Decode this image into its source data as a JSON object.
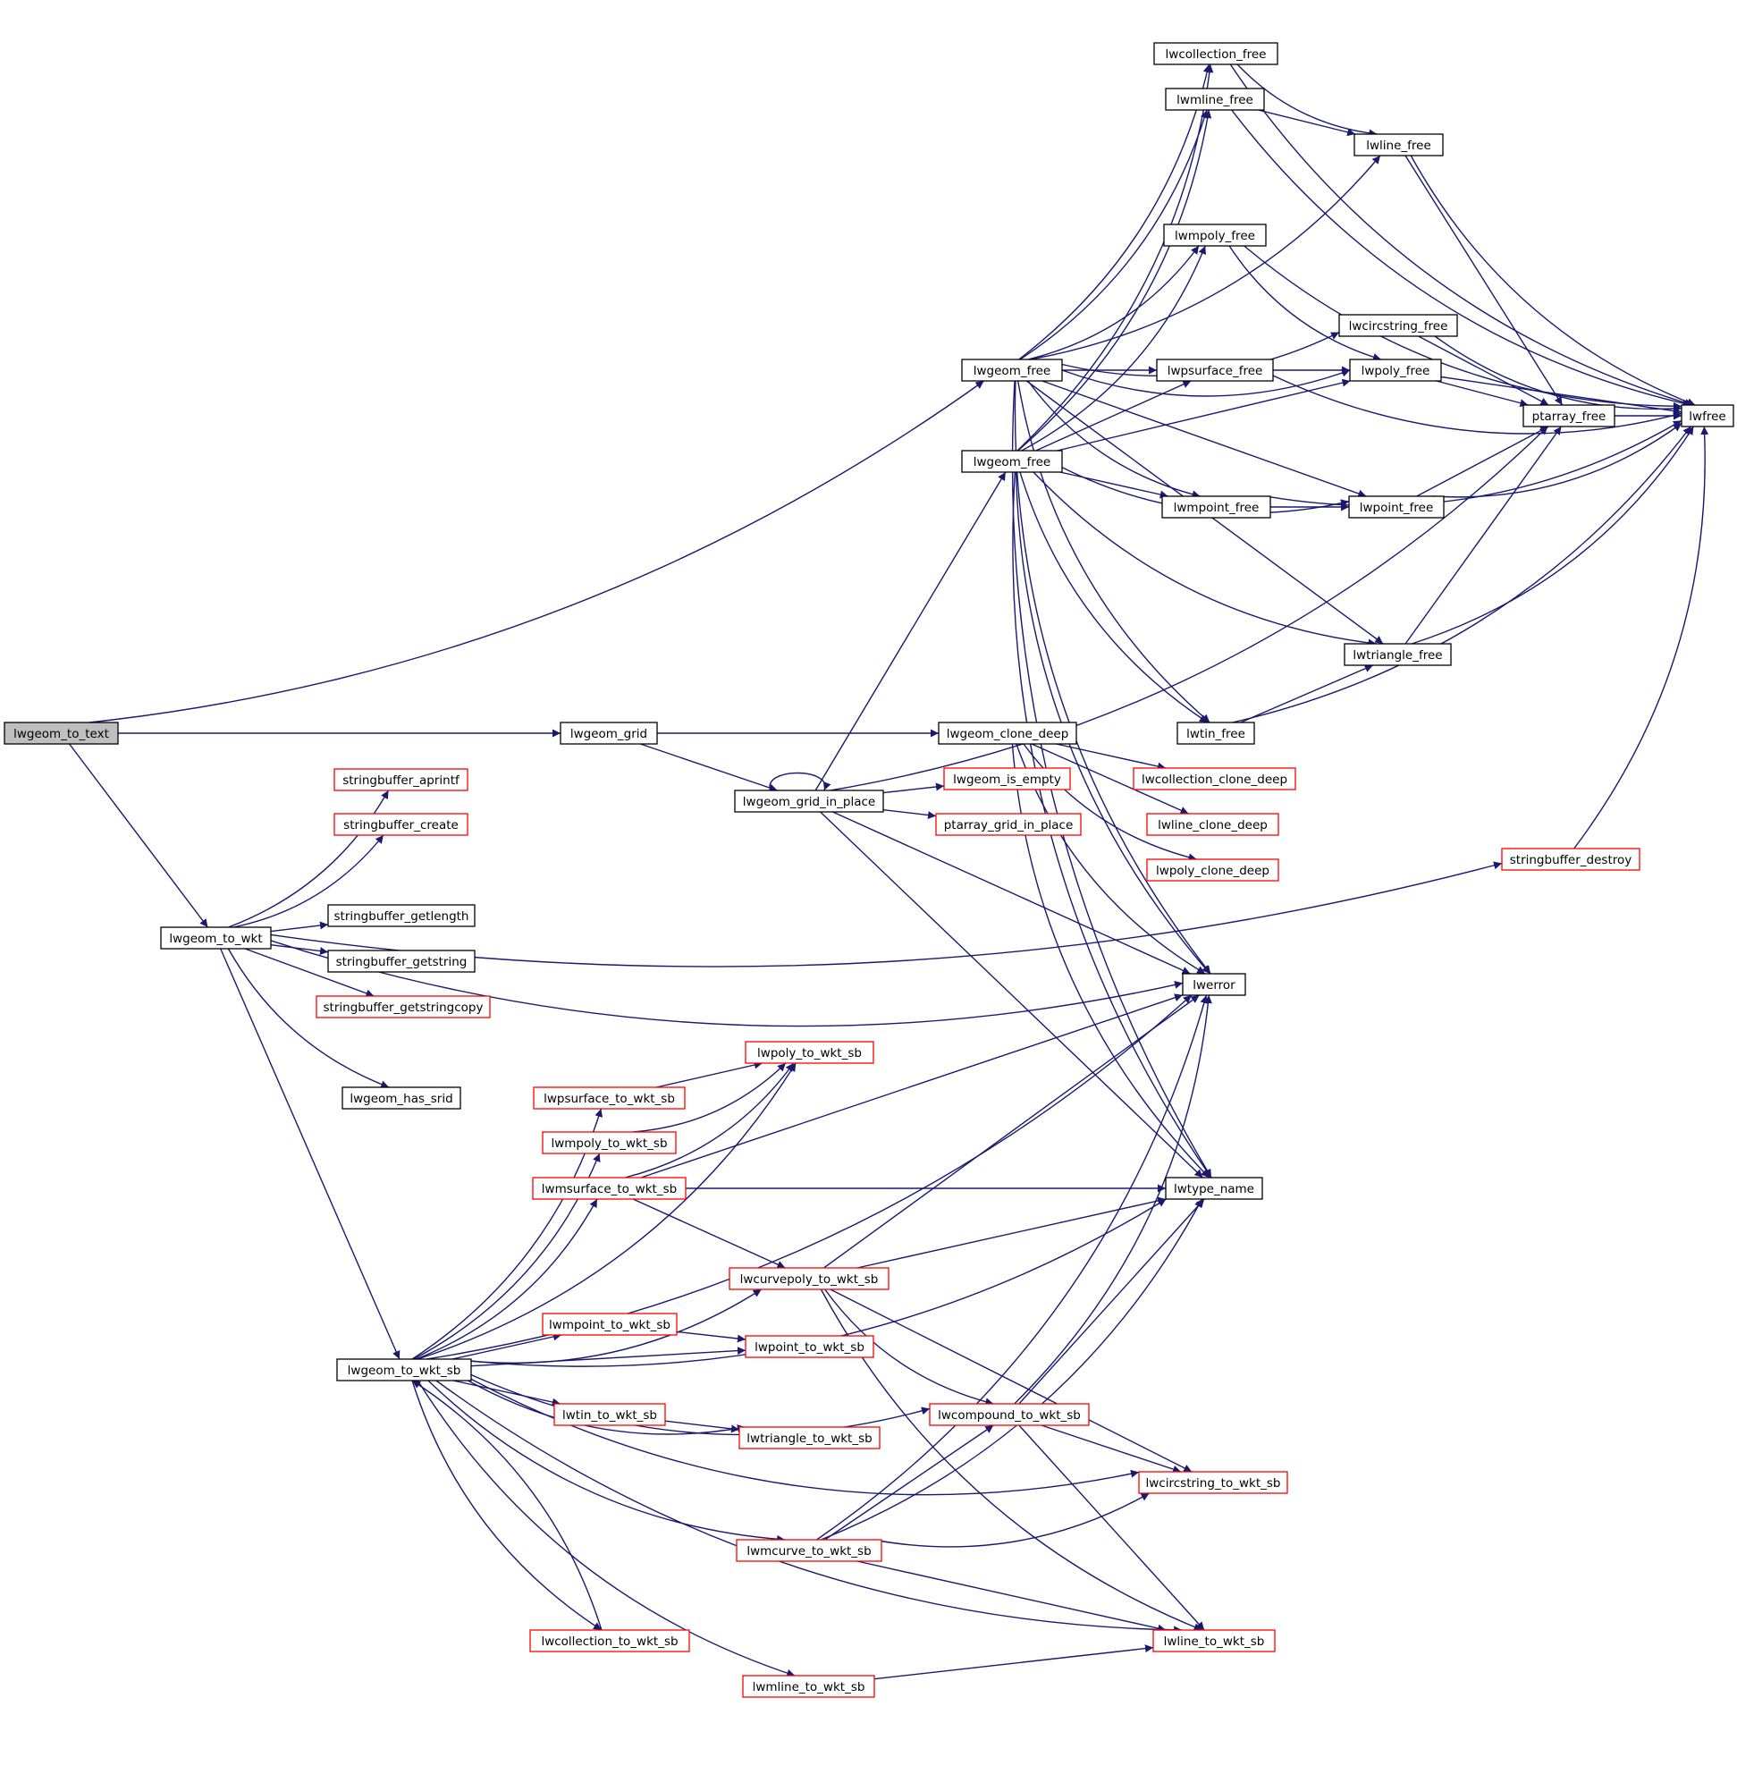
{
  "colors": {
    "edge": "#191970",
    "root_fill": "#bfbfbf",
    "normal_border": "#000000",
    "undocumented_border": "#ff0000"
  },
  "nodes": {
    "lwgeom_to_text": "lwgeom_to_text",
    "lwgeom_free_1": "lwgeom_free",
    "lwgeom_free_2": "lwgeom_free",
    "lwgeom_grid": "lwgeom_grid",
    "lwgeom_to_wkt": "lwgeom_to_wkt",
    "lwgeom_grid_in_place": "lwgeom_grid_in_place",
    "lwgeom_clone_deep": "lwgeom_clone_deep",
    "lwgeom_is_empty": "lwgeom_is_empty",
    "ptarray_grid_in_place": "ptarray_grid_in_place",
    "lwcollection_clone_deep": "lwcollection_clone_deep",
    "lwline_clone_deep": "lwline_clone_deep",
    "lwpoly_clone_deep": "lwpoly_clone_deep",
    "lwcollection_free": "lwcollection_free",
    "lwmline_free": "lwmline_free",
    "lwline_free": "lwline_free",
    "lwmpoly_free": "lwmpoly_free",
    "lwcircstring_free": "lwcircstring_free",
    "lwpsurface_free": "lwpsurface_free",
    "lwpoly_free": "lwpoly_free",
    "ptarray_free": "ptarray_free",
    "lwfree": "lwfree",
    "lwmpoint_free": "lwmpoint_free",
    "lwpoint_free": "lwpoint_free",
    "lwtriangle_free": "lwtriangle_free",
    "lwtin_free": "lwtin_free",
    "stringbuffer_destroy": "stringbuffer_destroy",
    "stringbuffer_aprintf": "stringbuffer_aprintf",
    "stringbuffer_create": "stringbuffer_create",
    "stringbuffer_getlength": "stringbuffer_getlength",
    "stringbuffer_getstring": "stringbuffer_getstring",
    "stringbuffer_getstringcopy": "stringbuffer_getstringcopy",
    "lwgeom_has_srid": "lwgeom_has_srid",
    "lwerror": "lwerror",
    "lwtype_name": "lwtype_name",
    "lwpoly_to_wkt_sb": "lwpoly_to_wkt_sb",
    "lwpsurface_to_wkt_sb": "lwpsurface_to_wkt_sb",
    "lwmpoly_to_wkt_sb": "lwmpoly_to_wkt_sb",
    "lwmsurface_to_wkt_sb": "lwmsurface_to_wkt_sb",
    "lwcurvepoly_to_wkt_sb": "lwcurvepoly_to_wkt_sb",
    "lwmpoint_to_wkt_sb": "lwmpoint_to_wkt_sb",
    "lwpoint_to_wkt_sb": "lwpoint_to_wkt_sb",
    "lwgeom_to_wkt_sb": "lwgeom_to_wkt_sb",
    "lwtin_to_wkt_sb": "lwtin_to_wkt_sb",
    "lwtriangle_to_wkt_sb": "lwtriangle_to_wkt_sb",
    "lwcompound_to_wkt_sb": "lwcompound_to_wkt_sb",
    "lwcircstring_to_wkt_sb": "lwcircstring_to_wkt_sb",
    "lwmcurve_to_wkt_sb": "lwmcurve_to_wkt_sb",
    "lwcollection_to_wkt_sb": "lwcollection_to_wkt_sb",
    "lwline_to_wkt_sb": "lwline_to_wkt_sb",
    "lwmline_to_wkt_sb": "lwmline_to_wkt_sb"
  }
}
